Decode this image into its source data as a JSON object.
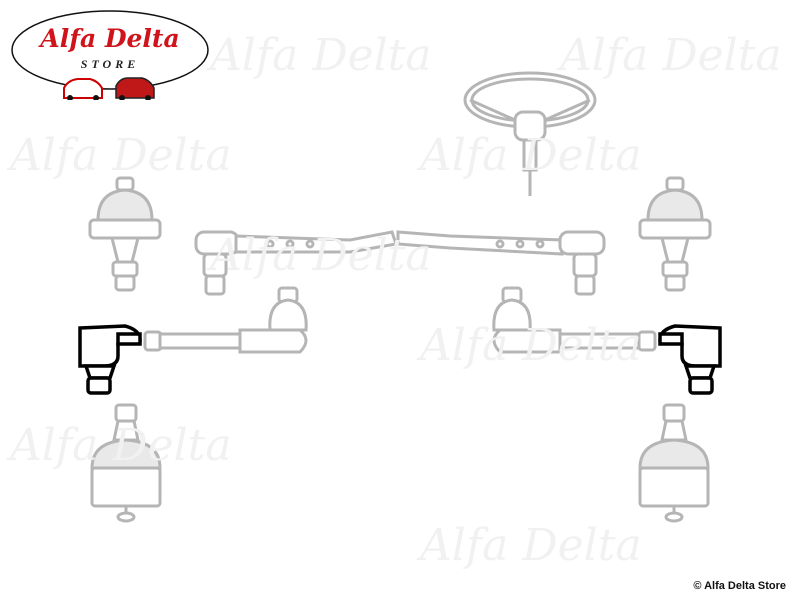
{
  "logo": {
    "brand": "Alfa Delta",
    "subtitle": "STORE"
  },
  "watermark": "Alfa Delta",
  "copyright": "© Alfa Delta Store",
  "colors": {
    "highlight": "#000000",
    "part_outline": "#b5b5b5",
    "brand_red": "#d0141c"
  }
}
